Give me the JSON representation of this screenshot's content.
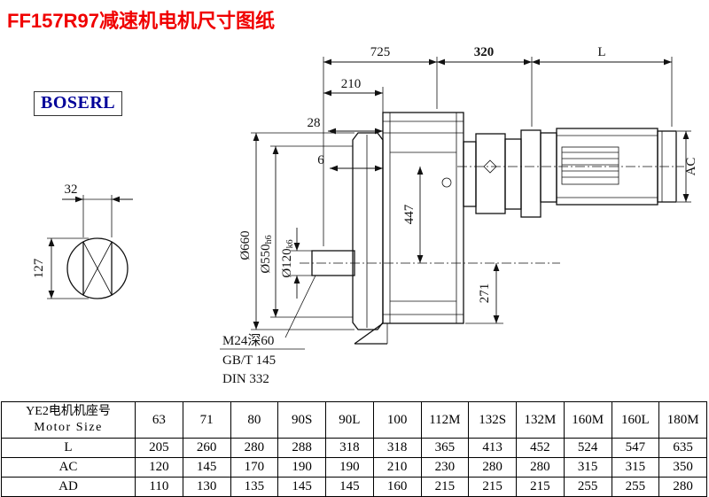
{
  "page": {
    "title": "FF157R97减速机电机尺寸图纸",
    "logo": "BOSERL"
  },
  "colors": {
    "title_red": "#f00000",
    "logo_blue": "#000099",
    "line_black": "#111111"
  },
  "drawing": {
    "dims": {
      "d725": "725",
      "d320": "320",
      "dL": "L",
      "d210": "210",
      "d28": "28",
      "d6": "6",
      "d447": "447",
      "d271": "271",
      "dAC": "AC",
      "d32": "32",
      "d127": "127",
      "d660": "Ø660",
      "d550": "Ø550",
      "d550_tol": "h6",
      "d120": "Ø120",
      "d120_tol": "k6"
    },
    "notes": {
      "thread": "M24深60",
      "standard1": "GB/T 145",
      "standard2": "DIN 332"
    }
  },
  "table": {
    "header_cn": "YE2电机机座号",
    "header_en": "Motor Size",
    "sizes": [
      "63",
      "71",
      "80",
      "90S",
      "90L",
      "100",
      "112M",
      "132S",
      "132M",
      "160M",
      "160L",
      "180M"
    ],
    "rows": [
      {
        "label": "L",
        "values": [
          "205",
          "260",
          "280",
          "288",
          "318",
          "318",
          "365",
          "413",
          "452",
          "524",
          "547",
          "635"
        ]
      },
      {
        "label": "AC",
        "values": [
          "120",
          "145",
          "170",
          "190",
          "190",
          "210",
          "230",
          "280",
          "280",
          "315",
          "315",
          "350"
        ]
      },
      {
        "label": "AD",
        "values": [
          "110",
          "130",
          "135",
          "145",
          "145",
          "160",
          "215",
          "215",
          "215",
          "255",
          "255",
          "280"
        ]
      }
    ]
  }
}
